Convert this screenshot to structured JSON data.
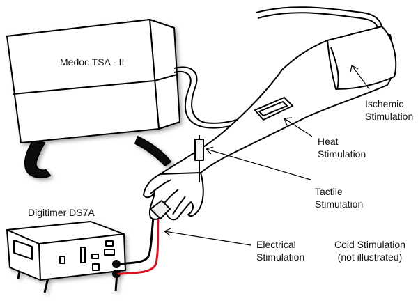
{
  "devices": {
    "medoc": "Medoc TSA - II",
    "digitimer": "Digitimer DS7A"
  },
  "labels": {
    "ischemic": [
      "Ischemic",
      "Stimulation"
    ],
    "heat": [
      "Heat",
      "Stimulation"
    ],
    "tactile": [
      "Tactile",
      "Stimulation"
    ],
    "electrical": [
      "Electrical",
      "Stimulation"
    ],
    "cold": [
      "Cold Stimulation",
      "(not illustrated)"
    ]
  },
  "colors": {
    "line": "#000000",
    "shadow": "#9a9a9a",
    "red_wire": "#d4141c"
  }
}
